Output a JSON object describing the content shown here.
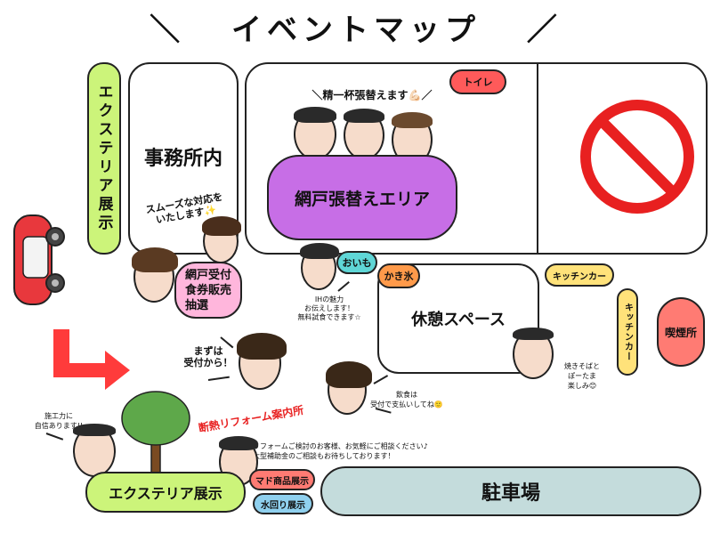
{
  "title": {
    "left_mark": "＼",
    "text": "イベントマップ",
    "right_mark": "／"
  },
  "areas": {
    "exterior_left": "エクステリア展示",
    "office": "事務所内",
    "screen_area": "網戸張替えエリア",
    "screen_caption": "＼精一杯張替えます💪🏻／",
    "toilet": "トイレ",
    "rest_space": "休憩スペース",
    "parking": "駐車場",
    "exterior_bottom": "エクステリア展示",
    "smoking": "喫煙所",
    "kitchen_car_h": "キッチンカー",
    "kitchen_car_v": "キッチンカー",
    "kakigori": "かき氷",
    "oimo": "おいも",
    "reception": "網戸受付\n食券販売\n抽選",
    "window_products": "マド商品展示",
    "water_display": "水回り展示",
    "reform_desk": "断熱リフォーム案内所"
  },
  "speech": {
    "office_staff": "スムーズな対応を\nいたします✨",
    "ih": "IHの魅力\nお伝えします！\n無料試食できます☆",
    "reception_first": "まずは\n受付から！",
    "food_payment": "飲食は\n受付で支払いしてね🙂",
    "yakisoba": "焼きそばと\nぽーたま\n楽しみ😊",
    "construction": "施工力に\n自信あります!!",
    "reform_consult": "リフォームご検討のお客様、お気軽にご相談ください♪\n大型補助金のご相談もお待ちしております！"
  },
  "colors": {
    "green": "#ccf47a",
    "purple": "#c76ee6",
    "red": "#ff5a5a",
    "pink": "#ffb6dc",
    "orange": "#ff9a4a",
    "yellow": "#ffe27a",
    "teal": "#5fd6d6",
    "salmon": "#ff7b73",
    "blue": "#8fd0ee",
    "parking": "#c4dcdc",
    "no_sign": "#e82020",
    "car": "#e8383d",
    "arrow": "#ff3b3b"
  },
  "icons": {
    "no_entry": "prohibited-icon",
    "car": "car-icon",
    "arrow": "entry-arrow-icon",
    "tree": "tree-icon"
  }
}
